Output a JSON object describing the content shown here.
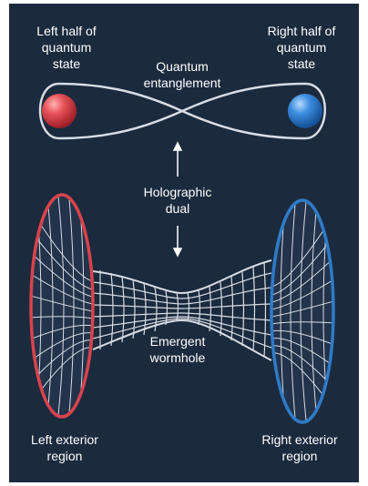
{
  "labels": {
    "left_half": "Left half of\nquantum\nstate",
    "right_half": "Right half of\nquantum\nstate",
    "entanglement": "Quantum\nentanglement",
    "holographic": "Holographic\ndual",
    "wormhole": "Emergent\nwormhole",
    "left_exterior": "Left exterior\nregion",
    "right_exterior": "Right exterior\nregion"
  },
  "colors": {
    "background": "#1b2a3d",
    "left_accent": "#d9434c",
    "right_accent": "#2f7bc8",
    "line": "#d8dde6"
  }
}
